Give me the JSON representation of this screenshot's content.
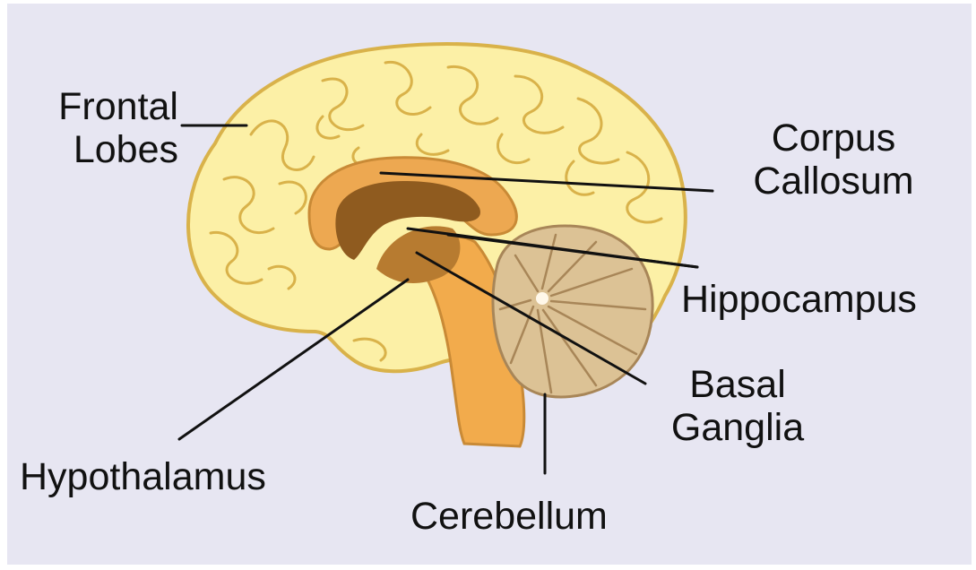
{
  "colors": {
    "background": "#e7e6f2",
    "cortex": "#fcf0a6",
    "cortex_outline": "#d9b24a",
    "corpus_callosum": "#eda851",
    "inner": "#8f5b1f",
    "brainstem": "#f2ab4c",
    "cerebellum": "#dcc295",
    "cerebellum_outline": "#a88658",
    "leader_line": "#111111"
  },
  "labels": {
    "frontal_lobes": {
      "line1": "Frontal",
      "line2": "Lobes"
    },
    "corpus_callosum": {
      "line1": "Corpus",
      "line2": "Callosum"
    },
    "hippocampus": "Hippocampus",
    "basal_ganglia": {
      "line1": "Basal",
      "line2": "Ganglia"
    },
    "hypothalamus": "Hypothalamus",
    "cerebellum": "Cerebellum"
  }
}
